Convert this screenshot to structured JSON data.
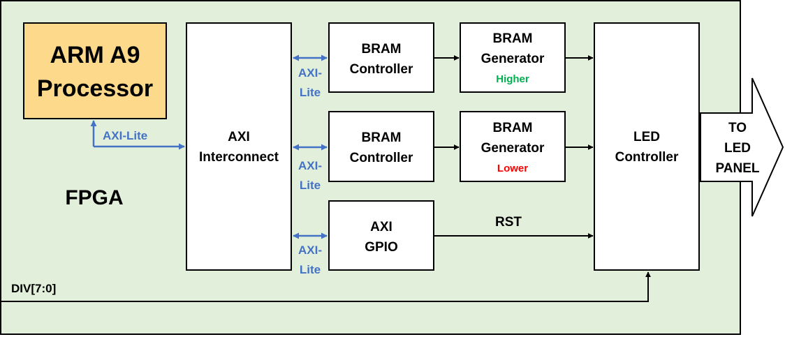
{
  "diagram": {
    "fpga_label": "FPGA",
    "processor": {
      "line1": "ARM A9",
      "line2": "Processor"
    },
    "interconnect": {
      "line1": "AXI",
      "line2": "Interconnect"
    },
    "bram_ctrl_1": {
      "line1": "BRAM",
      "line2": "Controller"
    },
    "bram_ctrl_2": {
      "line1": "BRAM",
      "line2": "Controller"
    },
    "gpio": {
      "line1": "AXI",
      "line2": "GPIO"
    },
    "bram_gen_1": {
      "line1": "BRAM",
      "line2": "Generator",
      "tag": "Higher"
    },
    "bram_gen_2": {
      "line1": "BRAM",
      "line2": "Generator",
      "tag": "Lower"
    },
    "led_controller": {
      "line1": "LED",
      "line2": "Controller"
    },
    "output_arrow": {
      "line1": "TO",
      "line2": "LED",
      "line3": "PANEL"
    },
    "bus_label_processor": "AXI-Lite",
    "bus_label_1": {
      "line1": "AXI-",
      "line2": "Lite"
    },
    "bus_label_2": {
      "line1": "AXI-",
      "line2": "Lite"
    },
    "bus_label_3": {
      "line1": "AXI-",
      "line2": "Lite"
    },
    "rst_label": "RST",
    "div_label": "DIV[7:0]"
  },
  "colors": {
    "fpga_fill": "#e2efda",
    "processor_fill": "#fdd98b",
    "axi_blue": "#4472c4",
    "higher_green": "#00b050",
    "lower_red": "#ff0000",
    "line_black": "#000000"
  }
}
